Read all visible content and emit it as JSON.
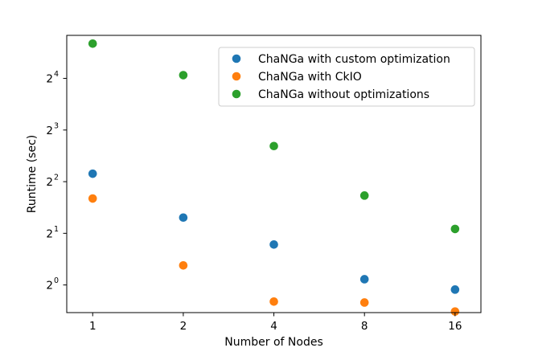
{
  "chart_data": {
    "type": "scatter",
    "title": "",
    "xlabel": "Number of Nodes",
    "ylabel": "Runtime (sec)",
    "x_scale": "log2",
    "y_scale": "log2",
    "x": [
      1,
      2,
      4,
      8,
      16
    ],
    "x_tick_labels": [
      "1",
      "2",
      "4",
      "8",
      "16"
    ],
    "y_ticks": [
      {
        "base": "2",
        "exp": "0"
      },
      {
        "base": "2",
        "exp": "1"
      },
      {
        "base": "2",
        "exp": "2"
      },
      {
        "base": "2",
        "exp": "3"
      },
      {
        "base": "2",
        "exp": "4"
      }
    ],
    "xlim": [
      0.82,
      19.5
    ],
    "ylim": [
      0.69,
      28.5
    ],
    "grid": false,
    "legend_position": "top-right",
    "series": [
      {
        "name": "ChaNGa with custom optimization",
        "color": "#1f77b4",
        "values": [
          4.45,
          2.47,
          1.72,
          1.08,
          0.94
        ]
      },
      {
        "name": "ChaNGa with CkIO",
        "color": "#ff7f0e",
        "values": [
          3.19,
          1.3,
          0.8,
          0.79,
          0.7
        ]
      },
      {
        "name": "ChaNGa without optimizations",
        "color": "#2ca02c",
        "values": [
          25.5,
          16.7,
          6.45,
          3.32,
          2.12
        ]
      }
    ]
  }
}
